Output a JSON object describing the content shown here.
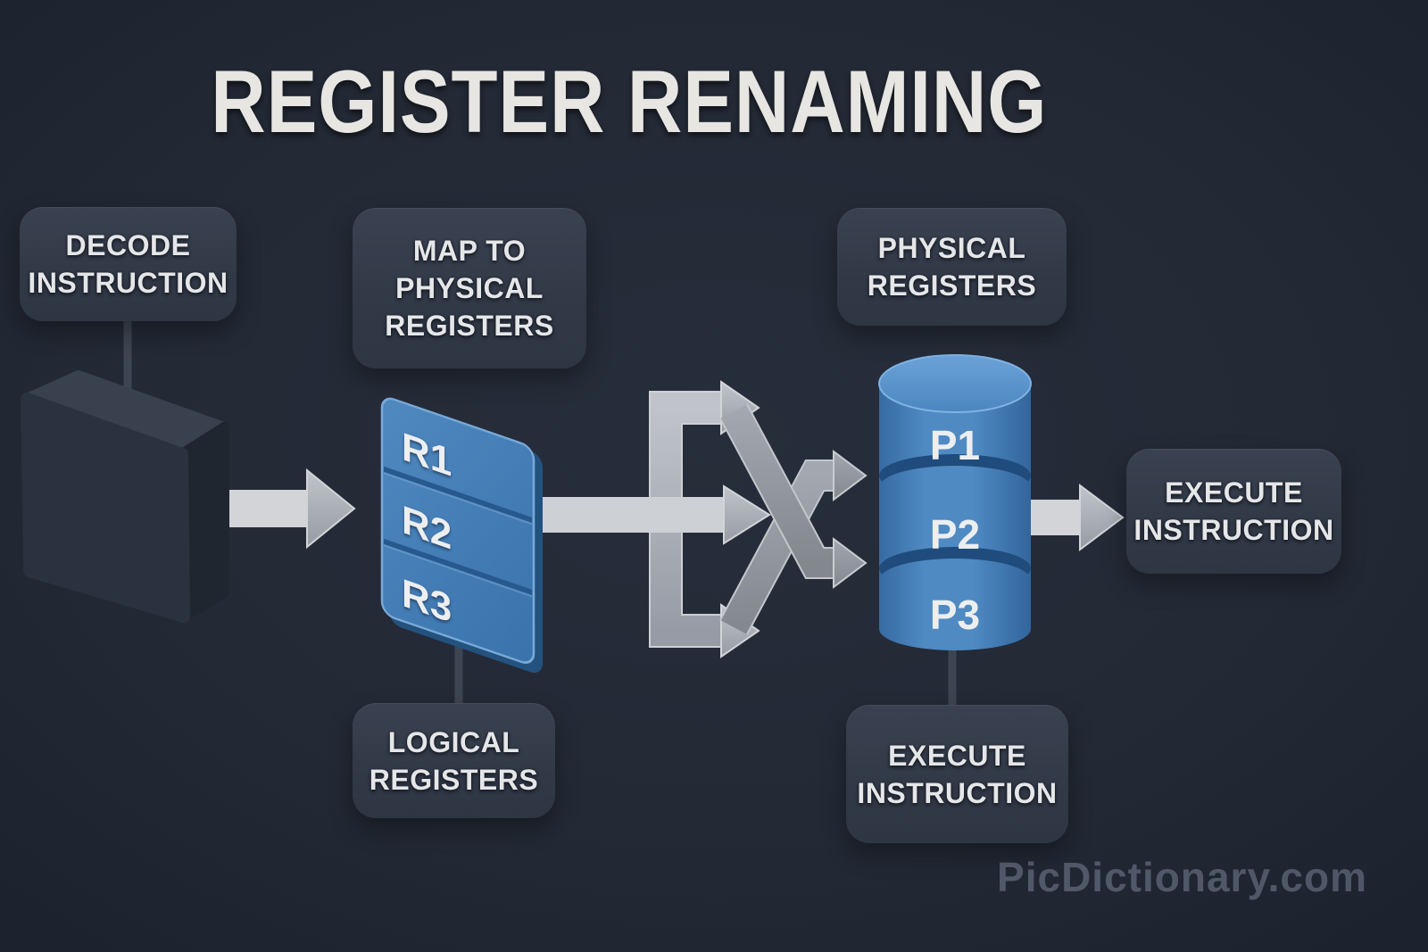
{
  "title": "REGISTER RENAMING",
  "watermark": "PicDictionary.com",
  "nodes": {
    "decode": {
      "lines": [
        "DECODE",
        "INSTRUCTION"
      ]
    },
    "map": {
      "lines": [
        "MAP TO",
        "PHYSICAL",
        "REGISTERS"
      ]
    },
    "physical": {
      "lines": [
        "PHYSICAL",
        "REGISTERS"
      ]
    },
    "execute_right": {
      "lines": [
        "EXECUTE",
        "INSTRUCTION"
      ]
    },
    "logical": {
      "lines": [
        "LOGICAL",
        "REGISTERS"
      ]
    },
    "execute_bottom": {
      "lines": [
        "EXECUTE",
        "INSTRUCTION"
      ]
    }
  },
  "logical_registers": [
    "R1",
    "R2",
    "R3"
  ],
  "physical_registers": [
    "P1",
    "P2",
    "P3"
  ],
  "colors": {
    "background": "#232935",
    "label_box": "#343b49",
    "register_blue": "#3f7cb8",
    "register_blue_light": "#5d97cc",
    "register_blue_dark": "#27598e",
    "arrow_gray": "#a9adb5",
    "arrow_gray_dark": "#8e939d",
    "text_light": "#e6e7e8",
    "watermark_gray": "#949eb4"
  }
}
